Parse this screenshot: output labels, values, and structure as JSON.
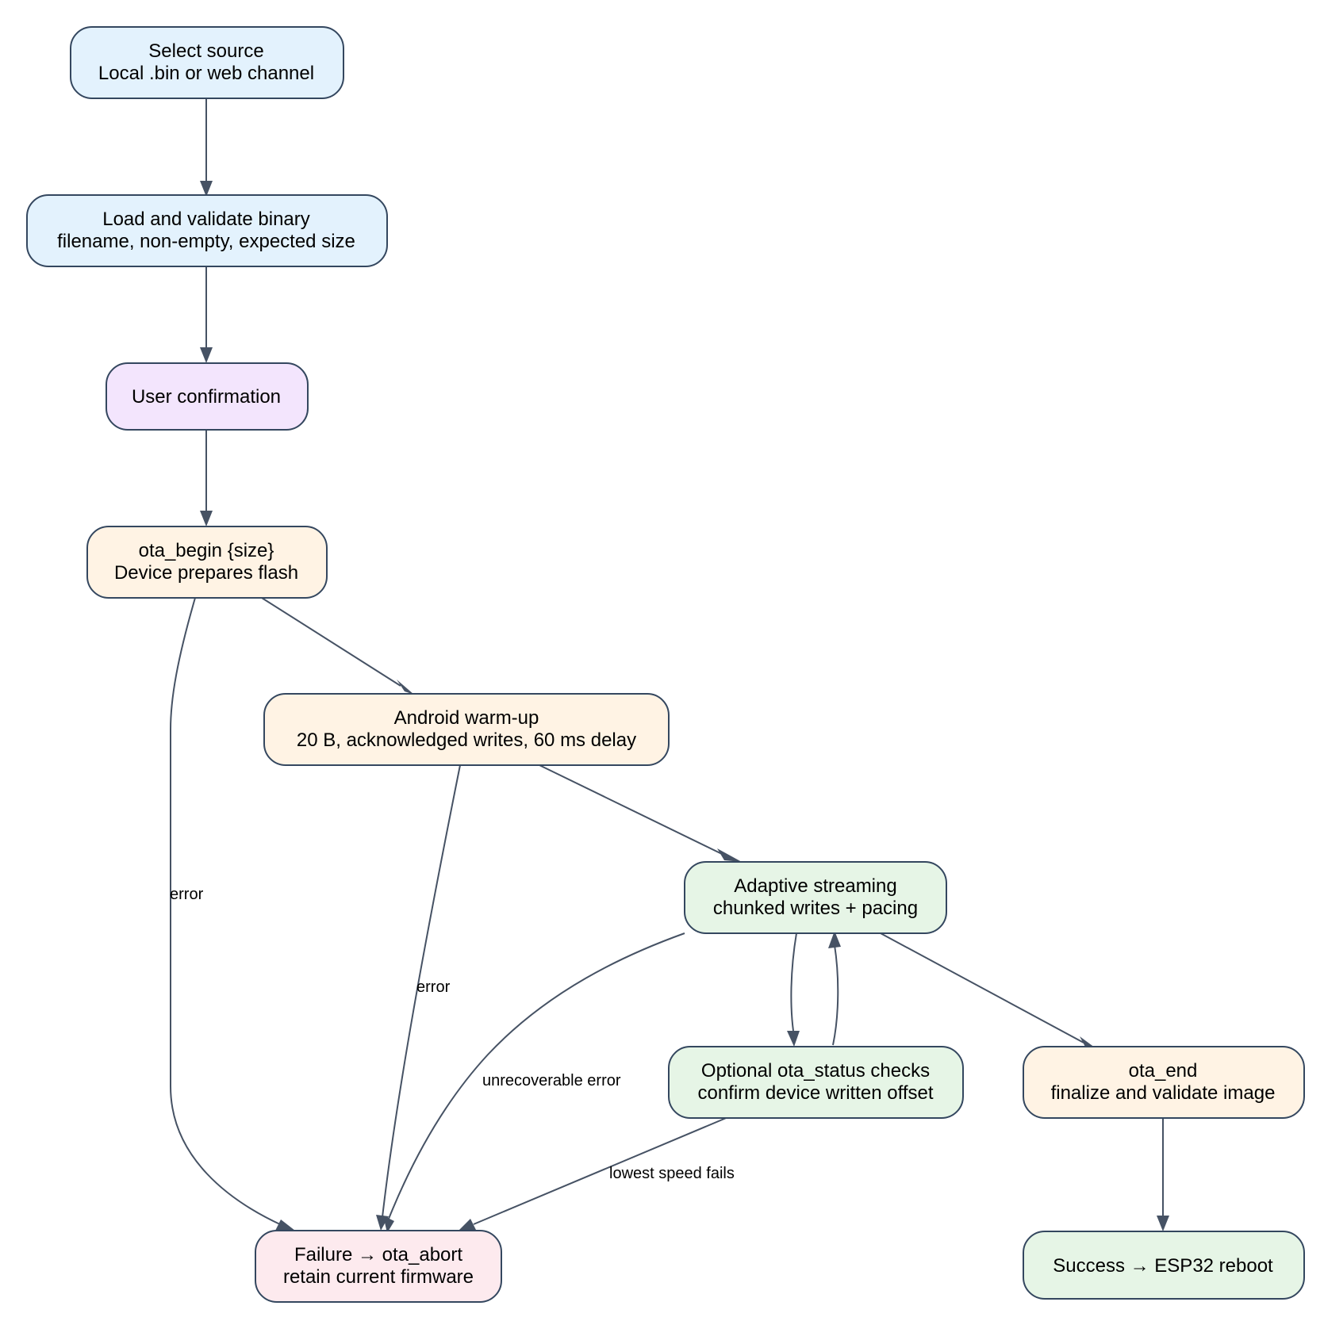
{
  "colors": {
    "source": "#e3f2fd",
    "confirm": "#f3e5fd",
    "device_op": "#fff3e4",
    "streaming": "#e6f5e6",
    "failure": "#fdeaee",
    "border": "#34475f",
    "edge": "#465264"
  },
  "nodes": {
    "select_source": {
      "line1": "Select source",
      "line2": "Local .bin or web channel"
    },
    "load_validate": {
      "line1": "Load and validate binary",
      "line2": "filename, non-empty, expected size"
    },
    "user_confirmation": {
      "line1": "User confirmation"
    },
    "ota_begin": {
      "line1": "ota_begin {size}",
      "line2": "Device prepares flash"
    },
    "android_warmup": {
      "line1": "Android warm-up",
      "line2": "20 B, acknowledged writes, 60 ms delay"
    },
    "adaptive_streaming": {
      "line1": "Adaptive streaming",
      "line2": "chunked writes + pacing"
    },
    "ota_status_checks": {
      "line1": "Optional ota_status checks",
      "line2": "confirm device written offset"
    },
    "ota_end": {
      "line1": "ota_end",
      "line2": "finalize and validate image"
    },
    "failure": {
      "line1": "Failure → ota_abort",
      "line2": "retain current firmware"
    },
    "success": {
      "line1": "Success → ESP32 reboot"
    }
  },
  "edge_labels": {
    "begin_error": "error",
    "warmup_error": "error",
    "streaming_error": "unrecoverable error",
    "status_fail": "lowest speed fails"
  }
}
